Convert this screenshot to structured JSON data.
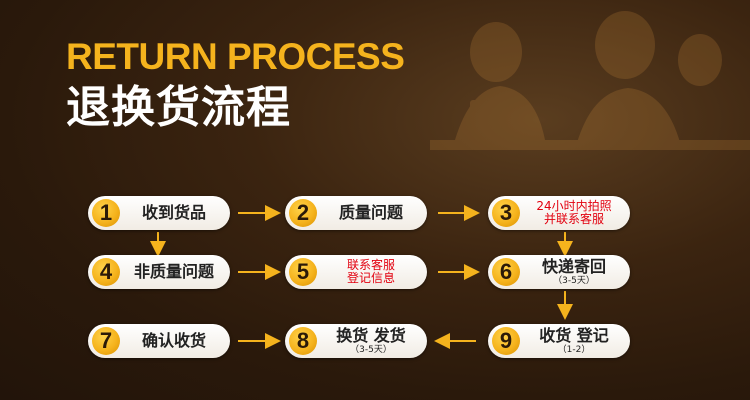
{
  "header": {
    "title_en": "RETURN PROCESS",
    "title_cn": "退换货流程"
  },
  "steps": [
    {
      "number": "1",
      "label": "收到货品"
    },
    {
      "number": "2",
      "label": "质量问题"
    },
    {
      "number": "3",
      "label_line1": "24小时内拍照",
      "label_line2": "并联系客服"
    },
    {
      "number": "4",
      "label": "非质量问题"
    },
    {
      "number": "5",
      "label_line1": "联系客服",
      "label_line2": "登记信息"
    },
    {
      "number": "6",
      "label": "快递寄回",
      "sub": "（3-5天）"
    },
    {
      "number": "7",
      "label": "确认收货"
    },
    {
      "number": "8",
      "label": "换货 发货",
      "sub": "（3-5天）"
    },
    {
      "number": "9",
      "label": "收货 登记",
      "sub": "（1-2）"
    }
  ],
  "colors": {
    "accent": "#f5b31d",
    "highlight_text": "#e2000f",
    "pill_bg": "#ffffff",
    "background": "#3b2410"
  }
}
